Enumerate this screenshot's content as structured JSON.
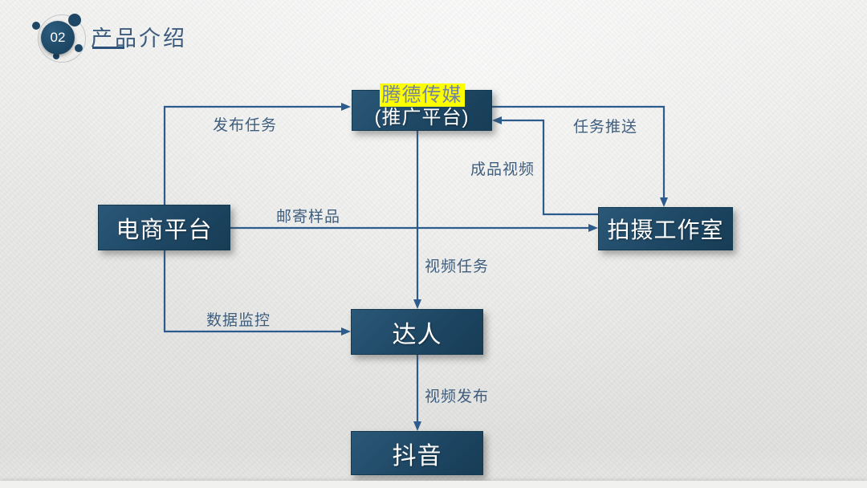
{
  "header": {
    "slide_number": "02",
    "title": "产品介绍"
  },
  "diagram": {
    "nodes": [
      {
        "id": "tengde-media",
        "label_line1": "腾德传媒",
        "label_line2": "(推广平台)",
        "highlighted": true
      },
      {
        "id": "ecommerce-platform",
        "label": "电商平台"
      },
      {
        "id": "shooting-studio",
        "label": "拍摄工作室"
      },
      {
        "id": "influencer",
        "label": "达人"
      },
      {
        "id": "douyin",
        "label": "抖音"
      }
    ],
    "edges": [
      {
        "id": "publish-task",
        "label": "发布任务",
        "from": "ecommerce-platform",
        "to": "tengde-media"
      },
      {
        "id": "task-push",
        "label": "任务推送",
        "from": "tengde-media",
        "to": "shooting-studio"
      },
      {
        "id": "finished-video",
        "label": "成品视频",
        "from": "shooting-studio",
        "to": "tengde-media"
      },
      {
        "id": "mail-samples",
        "label": "邮寄样品",
        "from": "ecommerce-platform",
        "to": "shooting-studio"
      },
      {
        "id": "video-task",
        "label": "视频任务",
        "from": "tengde-media",
        "to": "influencer"
      },
      {
        "id": "data-monitoring",
        "label": "数据监控",
        "from": "ecommerce-platform",
        "to": "influencer"
      },
      {
        "id": "video-publish",
        "label": "视频发布",
        "from": "influencer",
        "to": "douyin"
      }
    ]
  },
  "colors": {
    "node_fill": "#1e4764",
    "arrow": "#2d5c8c",
    "edge_label_text": "#3f5e7e",
    "highlight": "#fdff00",
    "highlight_text": "#76849a",
    "title_text": "#3c5b7d",
    "background": "#e9e9e7"
  }
}
